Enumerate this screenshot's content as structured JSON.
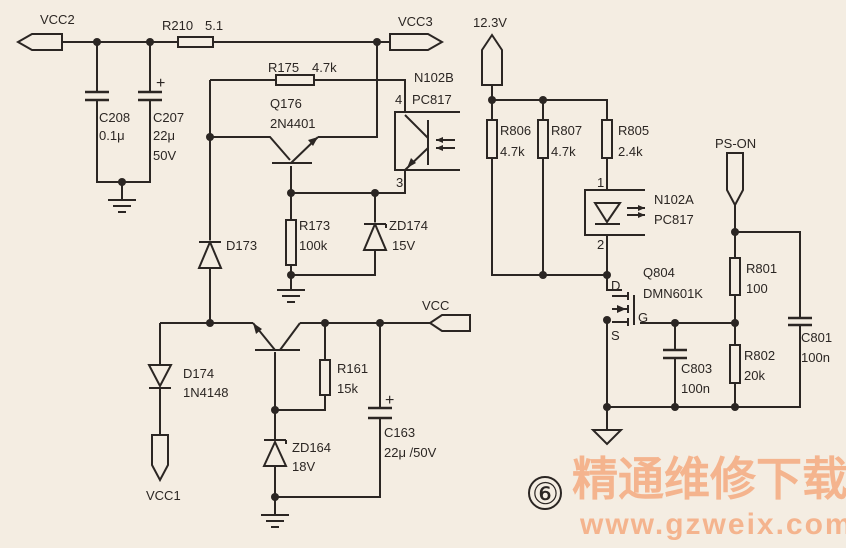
{
  "nets": {
    "vcc2": "VCC2",
    "vcc3": "VCC3",
    "vcc": "VCC",
    "vcc1": "VCC1",
    "v12": "12.3V",
    "pson": "PS-ON"
  },
  "components": {
    "r210": {
      "ref": "R210",
      "value": "5.1"
    },
    "c208": {
      "ref": "C208",
      "value": "0.1μ"
    },
    "c207": {
      "ref": "C207",
      "value": "22μ",
      "rating": "50V"
    },
    "r175": {
      "ref": "R175",
      "value": "4.7k"
    },
    "q176": {
      "ref": "Q176",
      "value": "2N4401"
    },
    "n102b": {
      "ref": "N102B",
      "value": "PC817",
      "pin_a": "4",
      "pin_b": "3"
    },
    "r173": {
      "ref": "R173",
      "value": "100k"
    },
    "zd174": {
      "ref": "ZD174",
      "value": "15V"
    },
    "d173": {
      "ref": "D173"
    },
    "d174": {
      "ref": "D174",
      "value": "1N4148"
    },
    "r161": {
      "ref": "R161",
      "value": "15k"
    },
    "zd164": {
      "ref": "ZD164",
      "value": "18V"
    },
    "c163": {
      "ref": "C163",
      "value": "22μ /50V"
    },
    "r806": {
      "ref": "R806",
      "value": "4.7k"
    },
    "r807": {
      "ref": "R807",
      "value": "4.7k"
    },
    "r805": {
      "ref": "R805",
      "value": "2.4k"
    },
    "n102a": {
      "ref": "N102A",
      "value": "PC817",
      "pin_a": "1",
      "pin_b": "2"
    },
    "q804": {
      "ref": "Q804",
      "value": "DMN601K",
      "d": "D",
      "g": "G",
      "s": "S"
    },
    "r801": {
      "ref": "R801",
      "value": "100"
    },
    "r802": {
      "ref": "R802",
      "value": "20k"
    },
    "c803": {
      "ref": "C803",
      "value": "100n"
    },
    "c801": {
      "ref": "C801",
      "value": "100n"
    }
  },
  "plus_sign": "+",
  "figure_number": "⑥",
  "watermark": {
    "cn": "精通维修下载",
    "url": "www.gzweix.com"
  }
}
